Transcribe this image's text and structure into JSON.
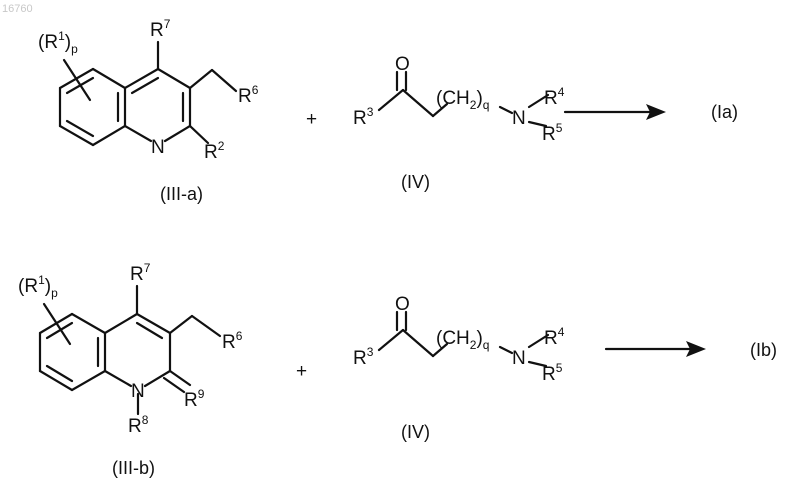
{
  "page_id": "16760",
  "reaction_a": {
    "reactant_1": {
      "r1_group": "(R",
      "r1_sup": "1",
      "r1_close": ")",
      "r1_sub": "p",
      "r7_main": "R",
      "r7_sup": "7",
      "r6_main": "R",
      "r6_sup": "6",
      "n_atom": "N",
      "r2_main": "R",
      "r2_sup": "2",
      "caption": "(III-a)"
    },
    "plus": "+",
    "reactant_2": {
      "o_atom": "O",
      "r3_main": "R",
      "r3_sup": "3",
      "chain_open": "(CH",
      "chain_sub2": "2",
      "chain_close": ")",
      "chain_subq": "q",
      "n_atom": "N",
      "r4_main": "R",
      "r4_sup": "4",
      "r5_main": "R",
      "r5_sup": "5",
      "caption": "(IV)"
    },
    "product": "(Ia)"
  },
  "reaction_b": {
    "reactant_1": {
      "r1_group": "(R",
      "r1_sup": "1",
      "r1_close": ")",
      "r1_sub": "p",
      "r7_main": "R",
      "r7_sup": "7",
      "r6_main": "R",
      "r6_sup": "6",
      "n_atom": "N",
      "r9_main": "R",
      "r9_sup": "9",
      "r8_main": "R",
      "r8_sup": "8",
      "caption": "(III-b)"
    },
    "plus": "+",
    "reactant_2": {
      "o_atom": "O",
      "r3_main": "R",
      "r3_sup": "3",
      "chain_open": "(CH",
      "chain_sub2": "2",
      "chain_close": ")",
      "chain_subq": "q",
      "n_atom": "N",
      "r4_main": "R",
      "r4_sup": "4",
      "r5_main": "R",
      "r5_sup": "5",
      "caption": "(IV)"
    },
    "product": "(Ib)"
  }
}
